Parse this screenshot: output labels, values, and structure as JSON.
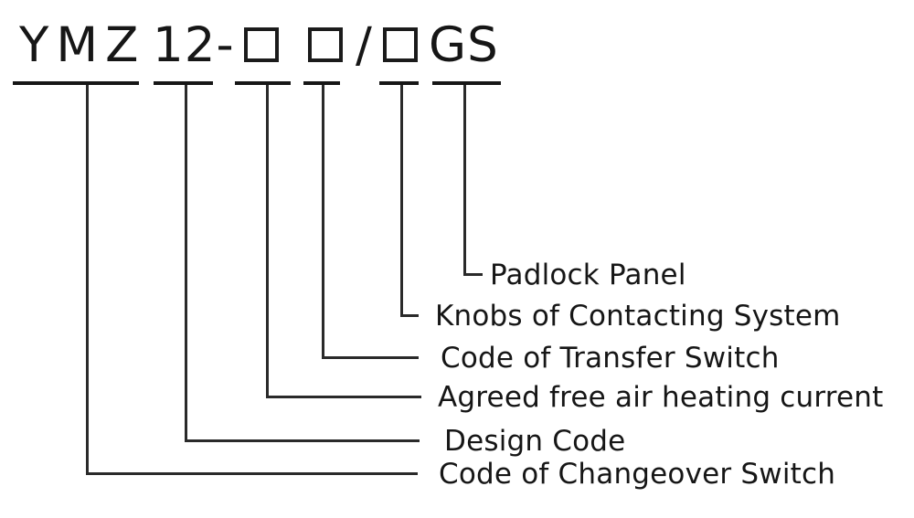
{
  "page": {
    "background_color": "#ffffff",
    "ink_color": "#161616"
  },
  "model_code": {
    "full": "YMZ 12-□ □/□GS",
    "prefix": "YMZ",
    "design_number": "12-",
    "separator": "/",
    "suffix": "GS",
    "placeholder_box_symbol": "□",
    "placeholder_box_count": 3
  },
  "callouts": [
    {
      "label": "Padlock Panel"
    },
    {
      "label": "Knobs of Contacting System"
    },
    {
      "label": "Code of Transfer Switch"
    },
    {
      "label": "Agreed free air heating current"
    },
    {
      "label": "Design Code"
    },
    {
      "label": "Code of Changeover Switch"
    }
  ]
}
